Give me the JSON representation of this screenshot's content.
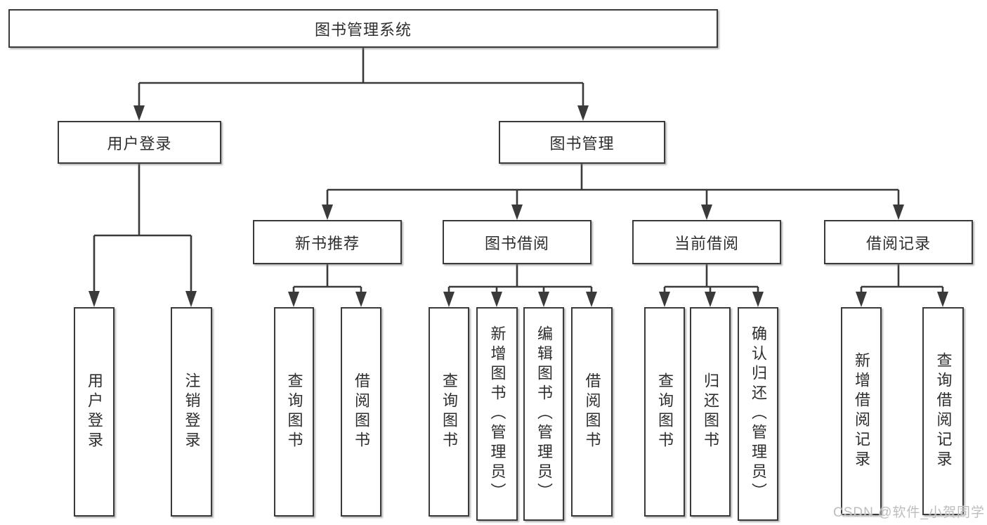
{
  "watermark": {
    "text": "CSDN @软件_小贺同学",
    "color": "#bdbdbd"
  },
  "colors": {
    "line": "#3a3a3a",
    "text": "#2e2e2e",
    "background": "#ffffff"
  },
  "tree": {
    "label": "图书管理系统",
    "children": [
      {
        "label": "用户登录",
        "children": [
          {
            "label": "用户登录"
          },
          {
            "label": "注销登录"
          }
        ]
      },
      {
        "label": "图书管理",
        "children": [
          {
            "label": "新书推荐",
            "children": [
              {
                "label": "查询图书"
              },
              {
                "label": "借阅图书"
              }
            ]
          },
          {
            "label": "图书借阅",
            "children": [
              {
                "label": "查询图书"
              },
              {
                "label": "新增图书（管理员）"
              },
              {
                "label": "编辑图书（管理员）"
              },
              {
                "label": "借阅图书"
              }
            ]
          },
          {
            "label": "当前借阅",
            "children": [
              {
                "label": "查询图书"
              },
              {
                "label": "归还图书"
              },
              {
                "label": "确认归还（管理员）"
              }
            ]
          },
          {
            "label": "借阅记录",
            "children": [
              {
                "label": "新增借阅记录"
              },
              {
                "label": "查询借阅记录"
              }
            ]
          }
        ]
      }
    ]
  }
}
